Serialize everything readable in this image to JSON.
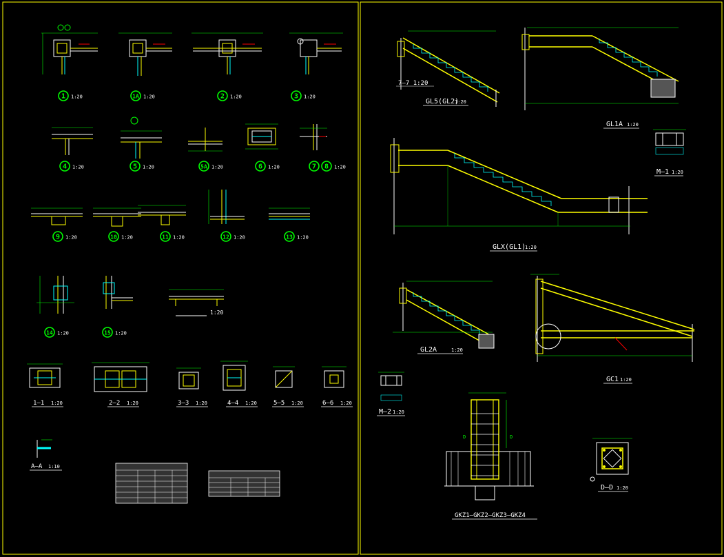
{
  "colors": {
    "background": "#000000",
    "frame": "#ffff00",
    "member": "#ffff00",
    "outline": "#ffffff",
    "dimension": "#00ff00",
    "rebar": "#00ffff",
    "bubble": "#00ff00",
    "label_text": "#ffffff",
    "accent": "#ff0000"
  },
  "left_details": {
    "row1": [
      {
        "mark": "1",
        "scale": "1:20"
      },
      {
        "mark": "1A",
        "scale": "1:20"
      },
      {
        "mark": "2",
        "scale": "1:20"
      },
      {
        "mark": "3",
        "scale": "1:20"
      }
    ],
    "row2": [
      {
        "mark": "4",
        "scale": "1:20"
      },
      {
        "mark": "5",
        "scale": "1:20"
      },
      {
        "mark": "5A",
        "scale": "1:20"
      },
      {
        "mark": "6",
        "scale": "1:20"
      },
      {
        "mark": "7",
        "mark2": "8",
        "scale": "1:20"
      }
    ],
    "row3": [
      {
        "mark": "9",
        "scale": "1:20"
      },
      {
        "mark": "10",
        "scale": "1:20"
      },
      {
        "mark": "11",
        "scale": "1:20"
      },
      {
        "mark": "12",
        "scale": "1:20"
      },
      {
        "mark": "13",
        "scale": "1:20"
      }
    ],
    "row4": [
      {
        "mark": "14",
        "scale": "1:20"
      },
      {
        "mark": "15",
        "scale": "1:20"
      }
    ],
    "row4_extra_scale": "1:20",
    "sections": [
      {
        "title": "1—1",
        "scale": "1:20"
      },
      {
        "title": "2—2",
        "scale": "1:20"
      },
      {
        "title": "3—3",
        "scale": "1:20"
      },
      {
        "title": "4—4",
        "scale": "1:20"
      },
      {
        "title": "5—5",
        "scale": "1:20"
      },
      {
        "title": "6—6",
        "scale": "1:20"
      }
    ],
    "section_aa": {
      "title": "A—A",
      "scale": "1:10"
    }
  },
  "right_details": {
    "gl5": {
      "title": "GL5(GL2)",
      "scale": "1:20",
      "section": "7—7",
      "section_scale": "1:20"
    },
    "gl1a": {
      "title": "GL1A",
      "scale": "1:20"
    },
    "m1": {
      "title": "M—1",
      "scale": "1:20"
    },
    "glx": {
      "title": "GLX(GL1)",
      "scale": "1:20"
    },
    "gl2a": {
      "title": "GL2A",
      "scale": "1:20"
    },
    "gc1": {
      "title": "GC1",
      "scale": "1:20"
    },
    "m2": {
      "title": "M—2",
      "scale": "1:20"
    },
    "gkz": {
      "title": "GKZ1—GKZ2—GKZ3—GKZ4"
    },
    "dd": {
      "title": "D—D",
      "scale": "1:20"
    }
  }
}
